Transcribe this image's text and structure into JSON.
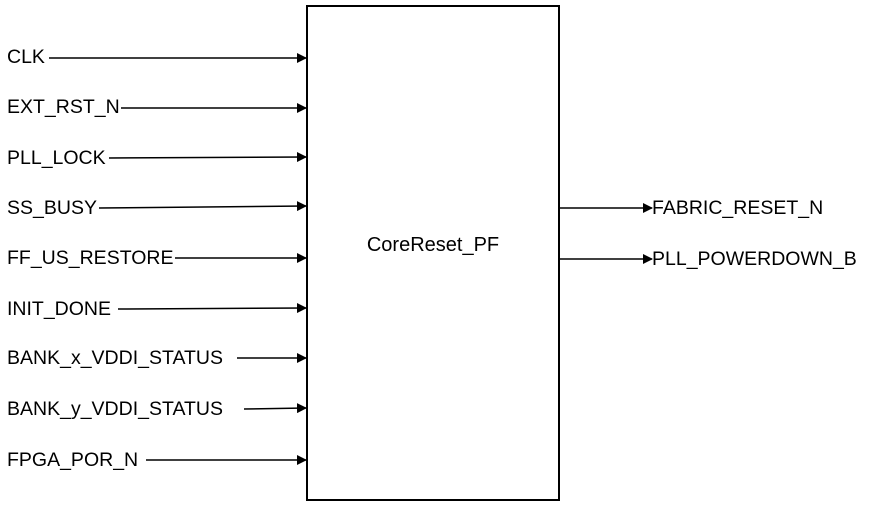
{
  "block": {
    "name": "CoreReset_PF"
  },
  "inputs": [
    {
      "label": "CLK"
    },
    {
      "label": "EXT_RST_N"
    },
    {
      "label": "PLL_LOCK"
    },
    {
      "label": "SS_BUSY"
    },
    {
      "label": "FF_US_RESTORE"
    },
    {
      "label": "INIT_DONE"
    },
    {
      "label": "BANK_x_VDDI_STATUS"
    },
    {
      "label": "BANK_y_VDDI_STATUS"
    },
    {
      "label": "FPGA_POR_N"
    }
  ],
  "outputs": [
    {
      "label": "FABRIC_RESET_N"
    },
    {
      "label": "PLL_POWERDOWN_B"
    }
  ]
}
